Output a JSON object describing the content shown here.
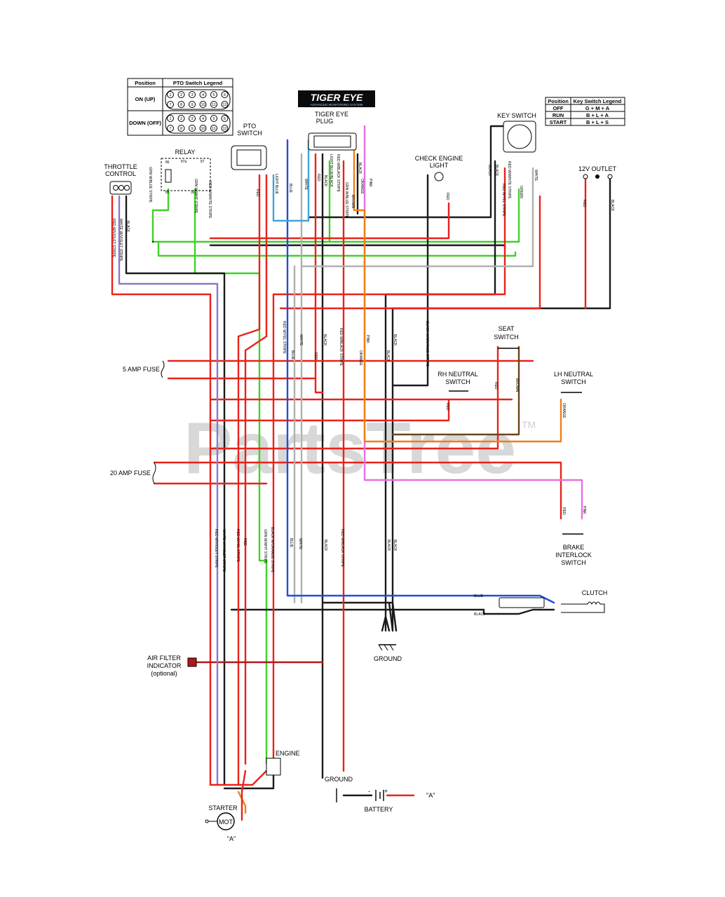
{
  "watermark": "PartsTree",
  "trademark": "TM",
  "pto_legend": {
    "header_position": "Position",
    "header_legend": "PTO Switch Legend",
    "rows": [
      {
        "position": "ON (UP)",
        "pins_top": [
          "1",
          "2",
          "3",
          "4",
          "5",
          "6"
        ],
        "pins_bottom": [
          "7",
          "8",
          "9",
          "10",
          "11",
          "12"
        ]
      },
      {
        "position": "DOWN (OFF)",
        "pins_top": [
          "1",
          "2",
          "3",
          "4",
          "5",
          "6"
        ],
        "pins_bottom": [
          "7",
          "8",
          "9",
          "10",
          "11",
          "12"
        ]
      }
    ]
  },
  "key_legend": {
    "header_position": "Position",
    "header_legend": "Key Switch Legend",
    "rows": [
      {
        "position": "OFF",
        "value": "G + M + A"
      },
      {
        "position": "RUN",
        "value": "B + L + A"
      },
      {
        "position": "START",
        "value": "B + L + S"
      }
    ]
  },
  "logo": {
    "title": "TIGER EYE",
    "subtitle": "ADVANCED MONITORING SYSTEM"
  },
  "components": {
    "tiger_eye_plug": [
      "TIGER EYE",
      "PLUG"
    ],
    "pto_switch": [
      "PTO",
      "SWITCH"
    ],
    "relay": "RELAY",
    "relay_pins": [
      "86",
      "87a",
      "87",
      "85",
      "30"
    ],
    "throttle_control": [
      "THROTTLE",
      "CONTROL"
    ],
    "check_engine_light": [
      "CHECK ENGINE",
      "LIGHT"
    ],
    "key_switch": "KEY SWITCH",
    "outlet": "12V OUTLET",
    "seat_switch": [
      "SEAT",
      "SWITCH"
    ],
    "rh_neutral_switch": [
      "RH NEUTRAL",
      "SWITCH"
    ],
    "lh_neutral_switch": [
      "LH NEUTRAL",
      "SWITCH"
    ],
    "fuse_5": "5 AMP FUSE",
    "fuse_20": "20 AMP FUSE",
    "brake_interlock": [
      "BRAKE",
      "INTERLOCK",
      "SWITCH"
    ],
    "clutch": "CLUTCH",
    "ground_main": "GROUND",
    "air_filter": [
      "AIR FILTER",
      "INDICATOR",
      "(optional)"
    ],
    "engine": "ENGINE",
    "starter": "STARTER",
    "starter_motor": "MOT",
    "starter_ref": "\"A\"",
    "battery_ground": "GROUND",
    "battery": "BATTERY",
    "battery_ref": "\"A\"",
    "battery_minus": "-",
    "battery_plus": "+"
  },
  "wire_labels": {
    "red": "RED",
    "black": "BLACK",
    "white": "WHITE",
    "blue": "BLUE",
    "light_blue": "LIGHT BLUE",
    "pink": "PINK",
    "orange": "ORANGE",
    "green": "GREEN",
    "brown": "BROWN",
    "red_white": "RED W/WHITE STRIPE",
    "red_yellow": "RED W/YEL STRIPE",
    "red_black": "RED W/BLACK STRIPE",
    "red_violet": "RED W/VIOLET STRIPE",
    "white_violet": "WHITE W/VIOLET STRIPE",
    "grn_white": "GRN W/WHT STRIPE",
    "grn_blue": "GRN W/BLUE STRIPE",
    "black_orange": "BLACK W/ORANGE STRIPE",
    "light_blue_black": "LIGHT BLUE/BLACK"
  },
  "colors": {
    "red": "#e8221b",
    "black": "#1a1a1a",
    "white": "#b0b0b0",
    "blue": "#1f4fd8",
    "light_blue": "#3fa4e0",
    "pink": "#e770e0",
    "orange": "#f07e16",
    "green": "#3fd226",
    "brown": "#6b4518",
    "violet": "#8a78c8",
    "dark_red": "#b01818",
    "watermark": "#d6d6d6"
  }
}
